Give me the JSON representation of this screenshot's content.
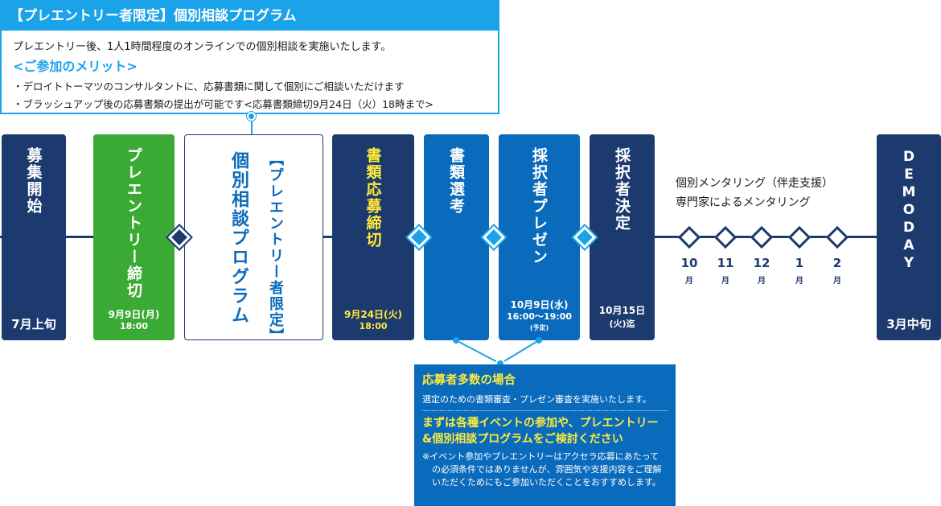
{
  "info": {
    "title": "【プレエントリー者限定】個別相談プログラム",
    "intro": "プレエントリー後、1人1時間程度のオンラインでの個別相談を実施いたします。",
    "merit_heading": "<ご参加のメリット>",
    "bullets": [
      "・デロイトトーマツのコンサルタントに、応募書類に関して個別にご相談いただけます",
      "・ブラッシュアップ後の応募書類の提出が可能です<応募書類締切9月24日（火）18時まで>"
    ]
  },
  "stages": [
    {
      "label": "募集開始",
      "date_main": "7月上旬",
      "date_sub": ""
    },
    {
      "label": "プレエントリー締切",
      "date_main": "9月9日(月)",
      "date_sub": "18:00"
    },
    {
      "label_bracket": "【プレエントリー者限定】",
      "label": "個別相談プログラム"
    },
    {
      "label": "書類応募締切",
      "date_main": "9月24日(火)",
      "date_sub": "18:00"
    },
    {
      "label": "書類選考"
    },
    {
      "label": "採択者プレゼン",
      "date_main": "10月9日(水)",
      "date_sub": "16:00〜19:00",
      "date_note": "(予定)"
    },
    {
      "label": "採択者決定",
      "date_main": "10月15日",
      "date_sub": "(火)迄"
    },
    {
      "label": "DEMODAY",
      "date_main": "3月中旬"
    }
  ],
  "mentoring": {
    "line1": "個別メンタリング（伴走支援）",
    "line2": "専門家によるメンタリング",
    "months": [
      {
        "num": "10",
        "unit": "月"
      },
      {
        "num": "11",
        "unit": "月"
      },
      {
        "num": "12",
        "unit": "月"
      },
      {
        "num": "1",
        "unit": "月"
      },
      {
        "num": "2",
        "unit": "月"
      }
    ]
  },
  "notice": {
    "title": "応募者多数の場合",
    "subtitle": "選定のための書類審査・プレゼン審査を実施いたします。",
    "highlight": "まずは各種イベントの参加や、プレエントリー&個別相談プログラムをご検討ください",
    "note": "※イベント参加やプレエントリーはアクセラ応募にあたっての必須条件ではありませんが、雰囲気や支援内容をご理解いただくためにもご参加いただくことをおすすめします。"
  },
  "colors": {
    "navy": "#1d3a6e",
    "green": "#3aaa35",
    "blue": "#0a6bbd",
    "light_blue": "#1aa3e8",
    "yellow": "#ffeb3b"
  }
}
